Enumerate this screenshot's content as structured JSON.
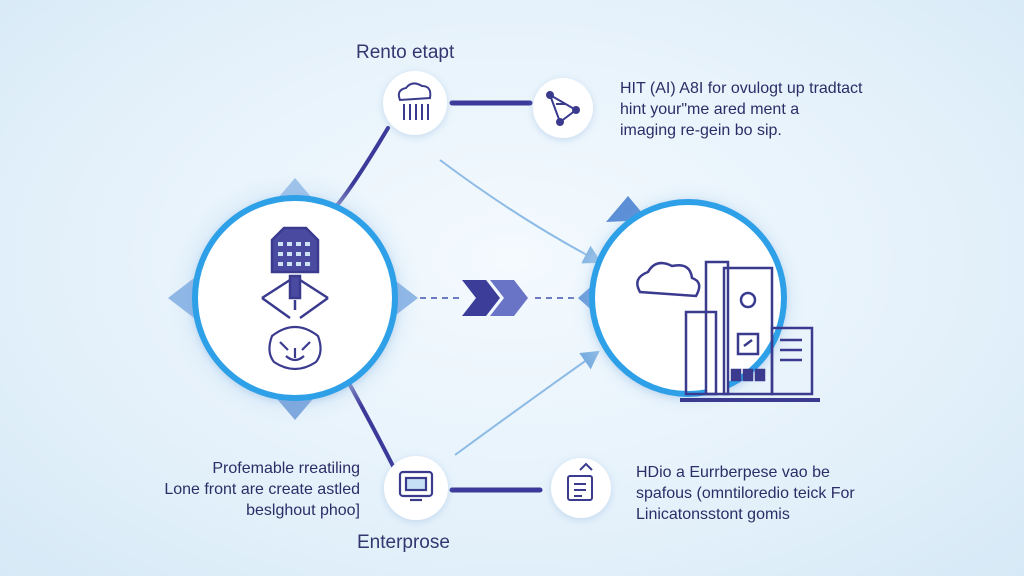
{
  "labels": {
    "top": "Rento etapt",
    "bottom": "Enterprose"
  },
  "descriptions": {
    "top_right": [
      "HIT (AI) A8I for ovulogt up tradtact",
      "hint your\"me ared ment a",
      "imaging re-gein bo sip."
    ],
    "bottom_left": [
      "Profemable rreatiling",
      "Lone front are create astled",
      "beslghout phoo]"
    ],
    "bottom_right": [
      "HDio a Eurrberpese vao be",
      "spafous (omntiloredio teick For",
      "Linicatonsstont gomis"
    ]
  },
  "icons": {
    "top_node": "cloud-server-icon",
    "top_right_node": "network-diagram-icon",
    "bottom_node": "monitor-icon",
    "bottom_right_node": "document-upload-icon",
    "left_hub_top": "server-rack-icon",
    "left_hub_bottom": "lion-face-icon",
    "right_hub": "cloud-factory-icon",
    "center_arrow": "double-chevron-right-icon"
  },
  "colors": {
    "accent": "#2ea0e8",
    "line": "#3b3a9a",
    "icon": "#3a3a8e"
  }
}
